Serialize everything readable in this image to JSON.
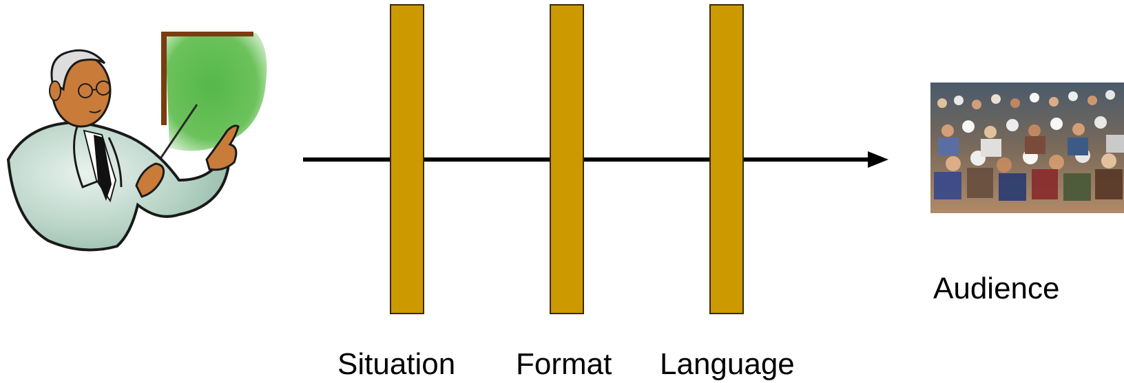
{
  "diagram": {
    "filters": [
      {
        "label": "Situation"
      },
      {
        "label": "Format"
      },
      {
        "label": "Language"
      }
    ],
    "audience": {
      "label": "Audience"
    },
    "colors": {
      "filter_fill": "#cc9900",
      "filter_stroke": "#3a2a00",
      "arrow": "#000000",
      "board": "#55b848",
      "jacket": "#b7d3c6",
      "skin": "#c97b3a"
    },
    "icons": [
      "presenter-clipart-icon",
      "audience-photo-icon"
    ]
  }
}
